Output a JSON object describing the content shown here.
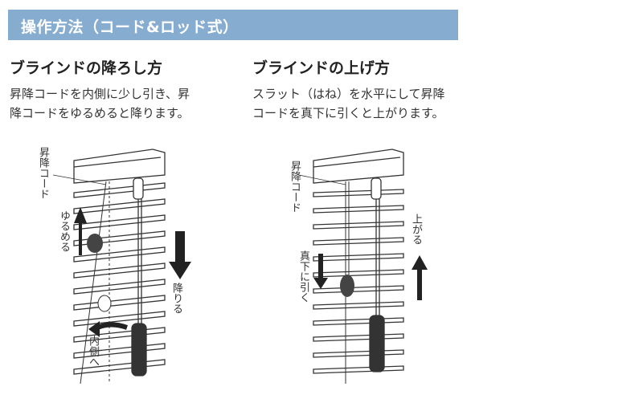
{
  "header": {
    "title": "操作方法（コード&ロッド式）"
  },
  "sections": [
    {
      "title": "ブラインドの降ろし方",
      "body_line1": "昇降コードを内側に少し引き、昇",
      "body_line2": "降コードをゆるめると降ります。",
      "labels": {
        "cord": "昇降コード",
        "loosen": "ゆるめる",
        "lowers": "降りる",
        "inward": "内側へ"
      }
    },
    {
      "title": "ブラインドの上げ方",
      "body_line1": "スラット（はね）を水平にして昇降",
      "body_line2": "コードを真下に引くと上がります。",
      "labels": {
        "cord": "昇降コード",
        "pull_down": "真下に引く",
        "rises": "上がる"
      }
    }
  ],
  "colors": {
    "header_bg": "#86acd0",
    "header_text": "#ffffff",
    "line": "#333333"
  }
}
